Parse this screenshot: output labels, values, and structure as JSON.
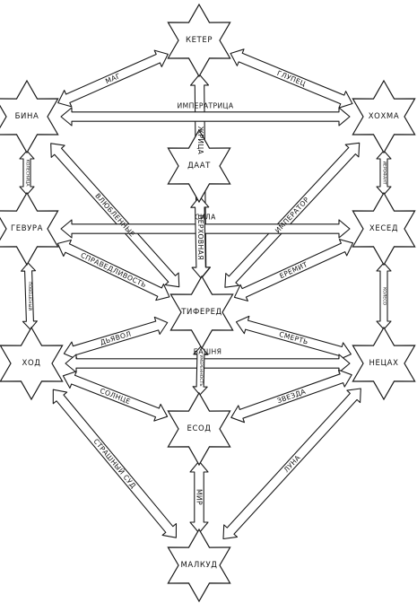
{
  "colors": {
    "ink": "#1a1a1a",
    "background": "#ffffff"
  },
  "sephirot": [
    {
      "id": "keter",
      "label": "КЕТЕР"
    },
    {
      "id": "bina",
      "label": "БИНА"
    },
    {
      "id": "hokhma",
      "label": "ХОХМА"
    },
    {
      "id": "daat",
      "label": "ДААТ"
    },
    {
      "id": "gevura",
      "label": "ГЕВУРА"
    },
    {
      "id": "hesed",
      "label": "ХЕСЕД"
    },
    {
      "id": "tiferet",
      "label": "ТИФЕРЕД"
    },
    {
      "id": "hod",
      "label": "ХОД"
    },
    {
      "id": "netsakh",
      "label": "НЕЦАХ"
    },
    {
      "id": "yesod",
      "label": "ЕСОД"
    },
    {
      "id": "malkhut",
      "label": "МАЛКУД"
    }
  ],
  "paths": [
    {
      "id": "mag",
      "label": "МАГ"
    },
    {
      "id": "glupets",
      "label": "ГЛУПЕЦ"
    },
    {
      "id": "zhritsa",
      "label": "ЖРИЦА"
    },
    {
      "id": "imperatritsa",
      "label": "ИМПЕРАТРИЦА"
    },
    {
      "id": "kolesnitsa",
      "label": "КОЛЕСНИЦА"
    },
    {
      "id": "ierofant",
      "label": "ИЕРОФАНТ"
    },
    {
      "id": "vlyublennye",
      "label": "ВЛЮБЛЕННЫЕ"
    },
    {
      "id": "imperator",
      "label": "ИМПЕРАТОР"
    },
    {
      "id": "sila",
      "label": "СИЛА"
    },
    {
      "id": "verkhovnaya",
      "label": "ВЕРХОВНАЯ"
    },
    {
      "id": "spravedlivost",
      "label": "СПРАВЕДЛИВОСТЬ"
    },
    {
      "id": "eremit",
      "label": "ЕРЕМИТ"
    },
    {
      "id": "povesheny",
      "label": "ПОВЕШЕНЫЙ"
    },
    {
      "id": "koleso",
      "label": "КОЛЕСО"
    },
    {
      "id": "dyavol",
      "label": "ДЬЯВОЛ"
    },
    {
      "id": "smert",
      "label": "СМЕРТЬ"
    },
    {
      "id": "bashnya",
      "label": "БАШНЯ"
    },
    {
      "id": "umerennost",
      "label": "УМЕРЕННОСТЬ"
    },
    {
      "id": "solntse",
      "label": "СОЛНЦЕ"
    },
    {
      "id": "zvezda",
      "label": "ЗВЕЗДА"
    },
    {
      "id": "strashny-sud",
      "label": "СТРАШНЫЙ СУД"
    },
    {
      "id": "luna",
      "label": "ЛУНА"
    },
    {
      "id": "mir",
      "label": "МИР"
    }
  ]
}
